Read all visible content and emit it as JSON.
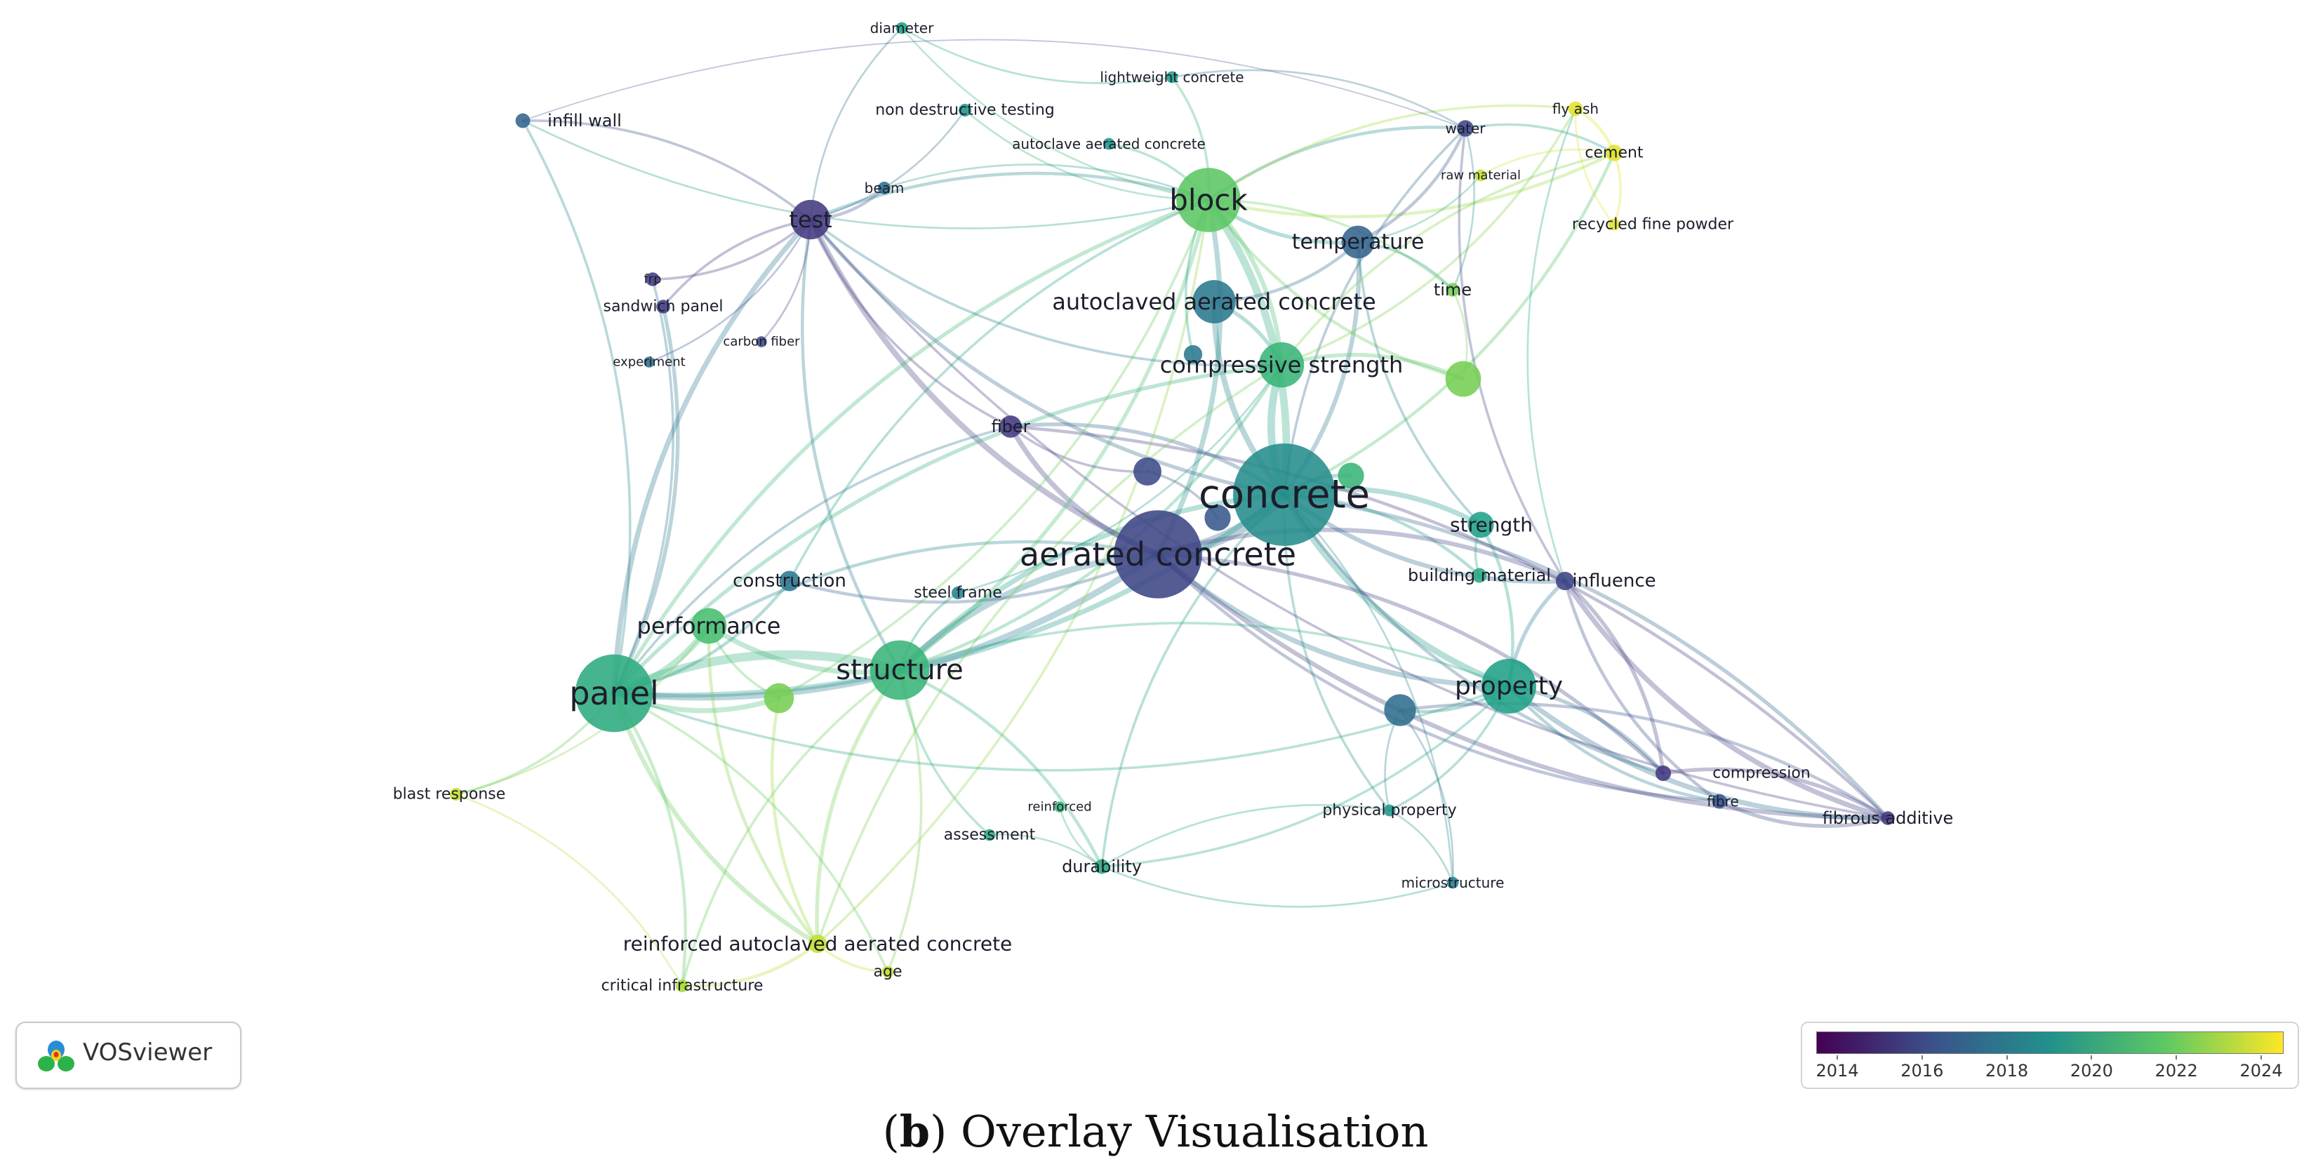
{
  "legend": {
    "ticks": [
      "2014",
      "2016",
      "2018",
      "2020",
      "2022",
      "2024"
    ],
    "gradient": [
      "#440154",
      "#3b528b",
      "#21918c",
      "#5ec962",
      "#fde725"
    ]
  },
  "logo": {
    "text": "VOSviewer",
    "icon": "vosviewer-logo-icon"
  },
  "caption": {
    "letter": "b",
    "text": "Overlay Visualisation"
  },
  "nodes": [
    {
      "id": "concrete",
      "label": "concrete",
      "year": 2018.0,
      "weight": 1.0
    },
    {
      "id": "aerated_concrete",
      "label": "aerated concrete",
      "year": 2014.8,
      "weight": 0.85
    },
    {
      "id": "panel",
      "label": "panel",
      "year": 2019.5,
      "weight": 0.74
    },
    {
      "id": "block",
      "label": "block",
      "year": 2021.0,
      "weight": 0.6
    },
    {
      "id": "structure",
      "label": "structure",
      "year": 2020.0,
      "weight": 0.55
    },
    {
      "id": "property",
      "label": "property",
      "year": 2019.0,
      "weight": 0.5
    },
    {
      "id": "autoclaved_aerated_concrete",
      "label": "autoclaved aerated concrete",
      "year": 2017.0,
      "weight": 0.38
    },
    {
      "id": "compressive_strength",
      "label": "compressive strength",
      "year": 2020.0,
      "weight": 0.4
    },
    {
      "id": "test",
      "label": "test",
      "year": 2014.3,
      "weight": 0.34
    },
    {
      "id": "temperature",
      "label": "temperature",
      "year": 2016.0,
      "weight": 0.27
    },
    {
      "id": "performance",
      "label": "performance",
      "year": 2020.5,
      "weight": 0.3
    },
    {
      "id": "strength",
      "label": "strength",
      "year": 2019.0,
      "weight": 0.2
    },
    {
      "id": "influence",
      "label": "influence",
      "year": 2014.8,
      "weight": 0.12
    },
    {
      "id": "construction",
      "label": "construction",
      "year": 2017.0,
      "weight": 0.14
    },
    {
      "id": "steel_frame",
      "label": "steel frame",
      "year": 2017.5,
      "weight": 0.06
    },
    {
      "id": "building_material",
      "label": "building material",
      "year": 2019.3,
      "weight": 0.08
    },
    {
      "id": "fiber",
      "label": "fiber",
      "year": 2014.3,
      "weight": 0.16
    },
    {
      "id": "water",
      "label": "water",
      "year": 2014.8,
      "weight": 0.1
    },
    {
      "id": "fly_ash",
      "label": "fly ash",
      "year": 2023.5,
      "weight": 0.08
    },
    {
      "id": "cement",
      "label": "cement",
      "year": 2023.5,
      "weight": 0.1
    },
    {
      "id": "raw_material",
      "label": "raw material",
      "year": 2023.0,
      "weight": 0.05
    },
    {
      "id": "recycled_fine_powder",
      "label": "recycled fine powder",
      "year": 2023.5,
      "weight": 0.05
    },
    {
      "id": "time",
      "label": "time",
      "year": 2021.5,
      "weight": 0.07
    },
    {
      "id": "diameter",
      "label": "diameter",
      "year": 2019.0,
      "weight": 0.05
    },
    {
      "id": "lightweight_concrete",
      "label": "lightweight concrete",
      "year": 2019.0,
      "weight": 0.05
    },
    {
      "id": "non_destructive_testing",
      "label": "non destructive testing",
      "year": 2018.5,
      "weight": 0.06
    },
    {
      "id": "autoclave_aerated_concrete",
      "label": "autoclave aerated concrete",
      "year": 2018.5,
      "weight": 0.05
    },
    {
      "id": "beam",
      "label": "beam",
      "year": 2016.5,
      "weight": 0.06
    },
    {
      "id": "infill_wall",
      "label": "infill wall",
      "year": 2016.0,
      "weight": 0.08
    },
    {
      "id": "frp",
      "label": "frp",
      "year": 2014.3,
      "weight": 0.07
    },
    {
      "id": "sandwich_panel",
      "label": "sandwich panel",
      "year": 2014.5,
      "weight": 0.07
    },
    {
      "id": "carbon_fiber",
      "label": "carbon fiber",
      "year": 2015.0,
      "weight": 0.04
    },
    {
      "id": "experiment",
      "label": "experiment",
      "year": 2016.5,
      "weight": 0.04
    },
    {
      "id": "blast_response",
      "label": "blast response",
      "year": 2023.0,
      "weight": 0.06
    },
    {
      "id": "reinforced",
      "label": "reinforced",
      "year": 2020.0,
      "weight": 0.04
    },
    {
      "id": "assessment",
      "label": "assessment",
      "year": 2019.5,
      "weight": 0.05
    },
    {
      "id": "durability",
      "label": "durability",
      "year": 2019.5,
      "weight": 0.08
    },
    {
      "id": "physical_property",
      "label": "physical property",
      "year": 2018.5,
      "weight": 0.05
    },
    {
      "id": "microstructure",
      "label": "microstructure",
      "year": 2017.5,
      "weight": 0.05
    },
    {
      "id": "compression",
      "label": "compression",
      "year": 2014.3,
      "weight": 0.09
    },
    {
      "id": "fibre",
      "label": "fibre",
      "year": 2015.5,
      "weight": 0.08
    },
    {
      "id": "fibrous_additive",
      "label": "fibrous additive",
      "year": 2014.3,
      "weight": 0.07
    },
    {
      "id": "reinforced_aac",
      "label": "reinforced autoclaved aerated concrete",
      "year": 2023.0,
      "weight": 0.12
    },
    {
      "id": "age",
      "label": "age",
      "year": 2023.0,
      "weight": 0.05
    },
    {
      "id": "critical_infrastructure",
      "label": "critical infrastructure",
      "year": 2022.5,
      "weight": 0.06
    },
    {
      "id": "node_a",
      "label": "",
      "year": 2021.5,
      "weight": 0.3
    },
    {
      "id": "node_b",
      "label": "",
      "year": 2015.0,
      "weight": 0.22
    },
    {
      "id": "node_c",
      "label": "",
      "year": 2020.0,
      "weight": 0.2
    },
    {
      "id": "node_d",
      "label": "",
      "year": 2015.5,
      "weight": 0.2
    },
    {
      "id": "node_e",
      "label": "",
      "year": 2021.5,
      "weight": 0.24
    },
    {
      "id": "node_f",
      "label": "",
      "year": 2017.0,
      "weight": 0.12
    },
    {
      "id": "node_g",
      "label": "",
      "year": 2016.5,
      "weight": 0.26
    }
  ]
}
